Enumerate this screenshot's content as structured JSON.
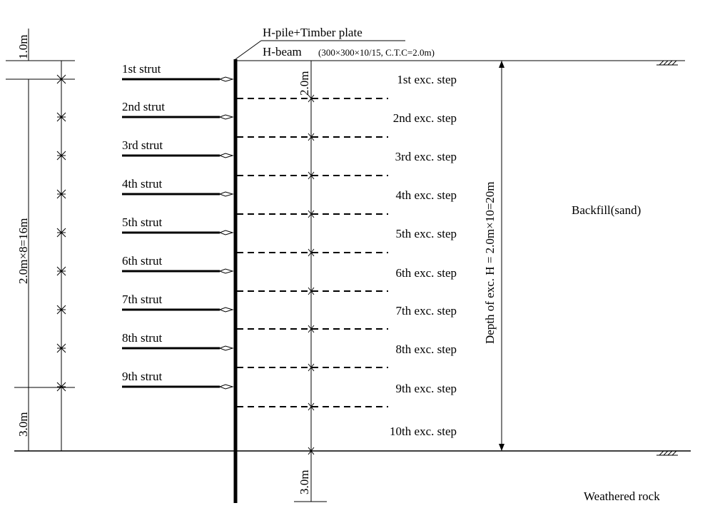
{
  "header": {
    "pile_label": "H-pile+Timber plate",
    "beam_label": "H-beam",
    "beam_spec": "(300×300×10/15, C.T.C=2.0m)"
  },
  "struts": [
    "1st strut",
    "2nd strut",
    "3rd strut",
    "4th strut",
    "5th strut",
    "6th strut",
    "7th strut",
    "8th strut",
    "9th strut"
  ],
  "steps": [
    "1st exc. step",
    "2nd exc. step",
    "3rd exc. step",
    "4th exc. step",
    "5th exc. step",
    "6th exc. step",
    "7th exc. step",
    "8th exc. step",
    "9th exc. step",
    "10th exc. step"
  ],
  "dimensions": {
    "top_offset": "1.0m",
    "strut_span": "2.0m×8=16m",
    "bottom_offset": "3.0m",
    "step_depth": "2.0m",
    "embed_depth": "3.0m",
    "total_depth": "Depth of exc. H = 2.0m×10=20m"
  },
  "soil": {
    "backfill": "Backfill(sand)",
    "rock": "Weathered rock"
  }
}
